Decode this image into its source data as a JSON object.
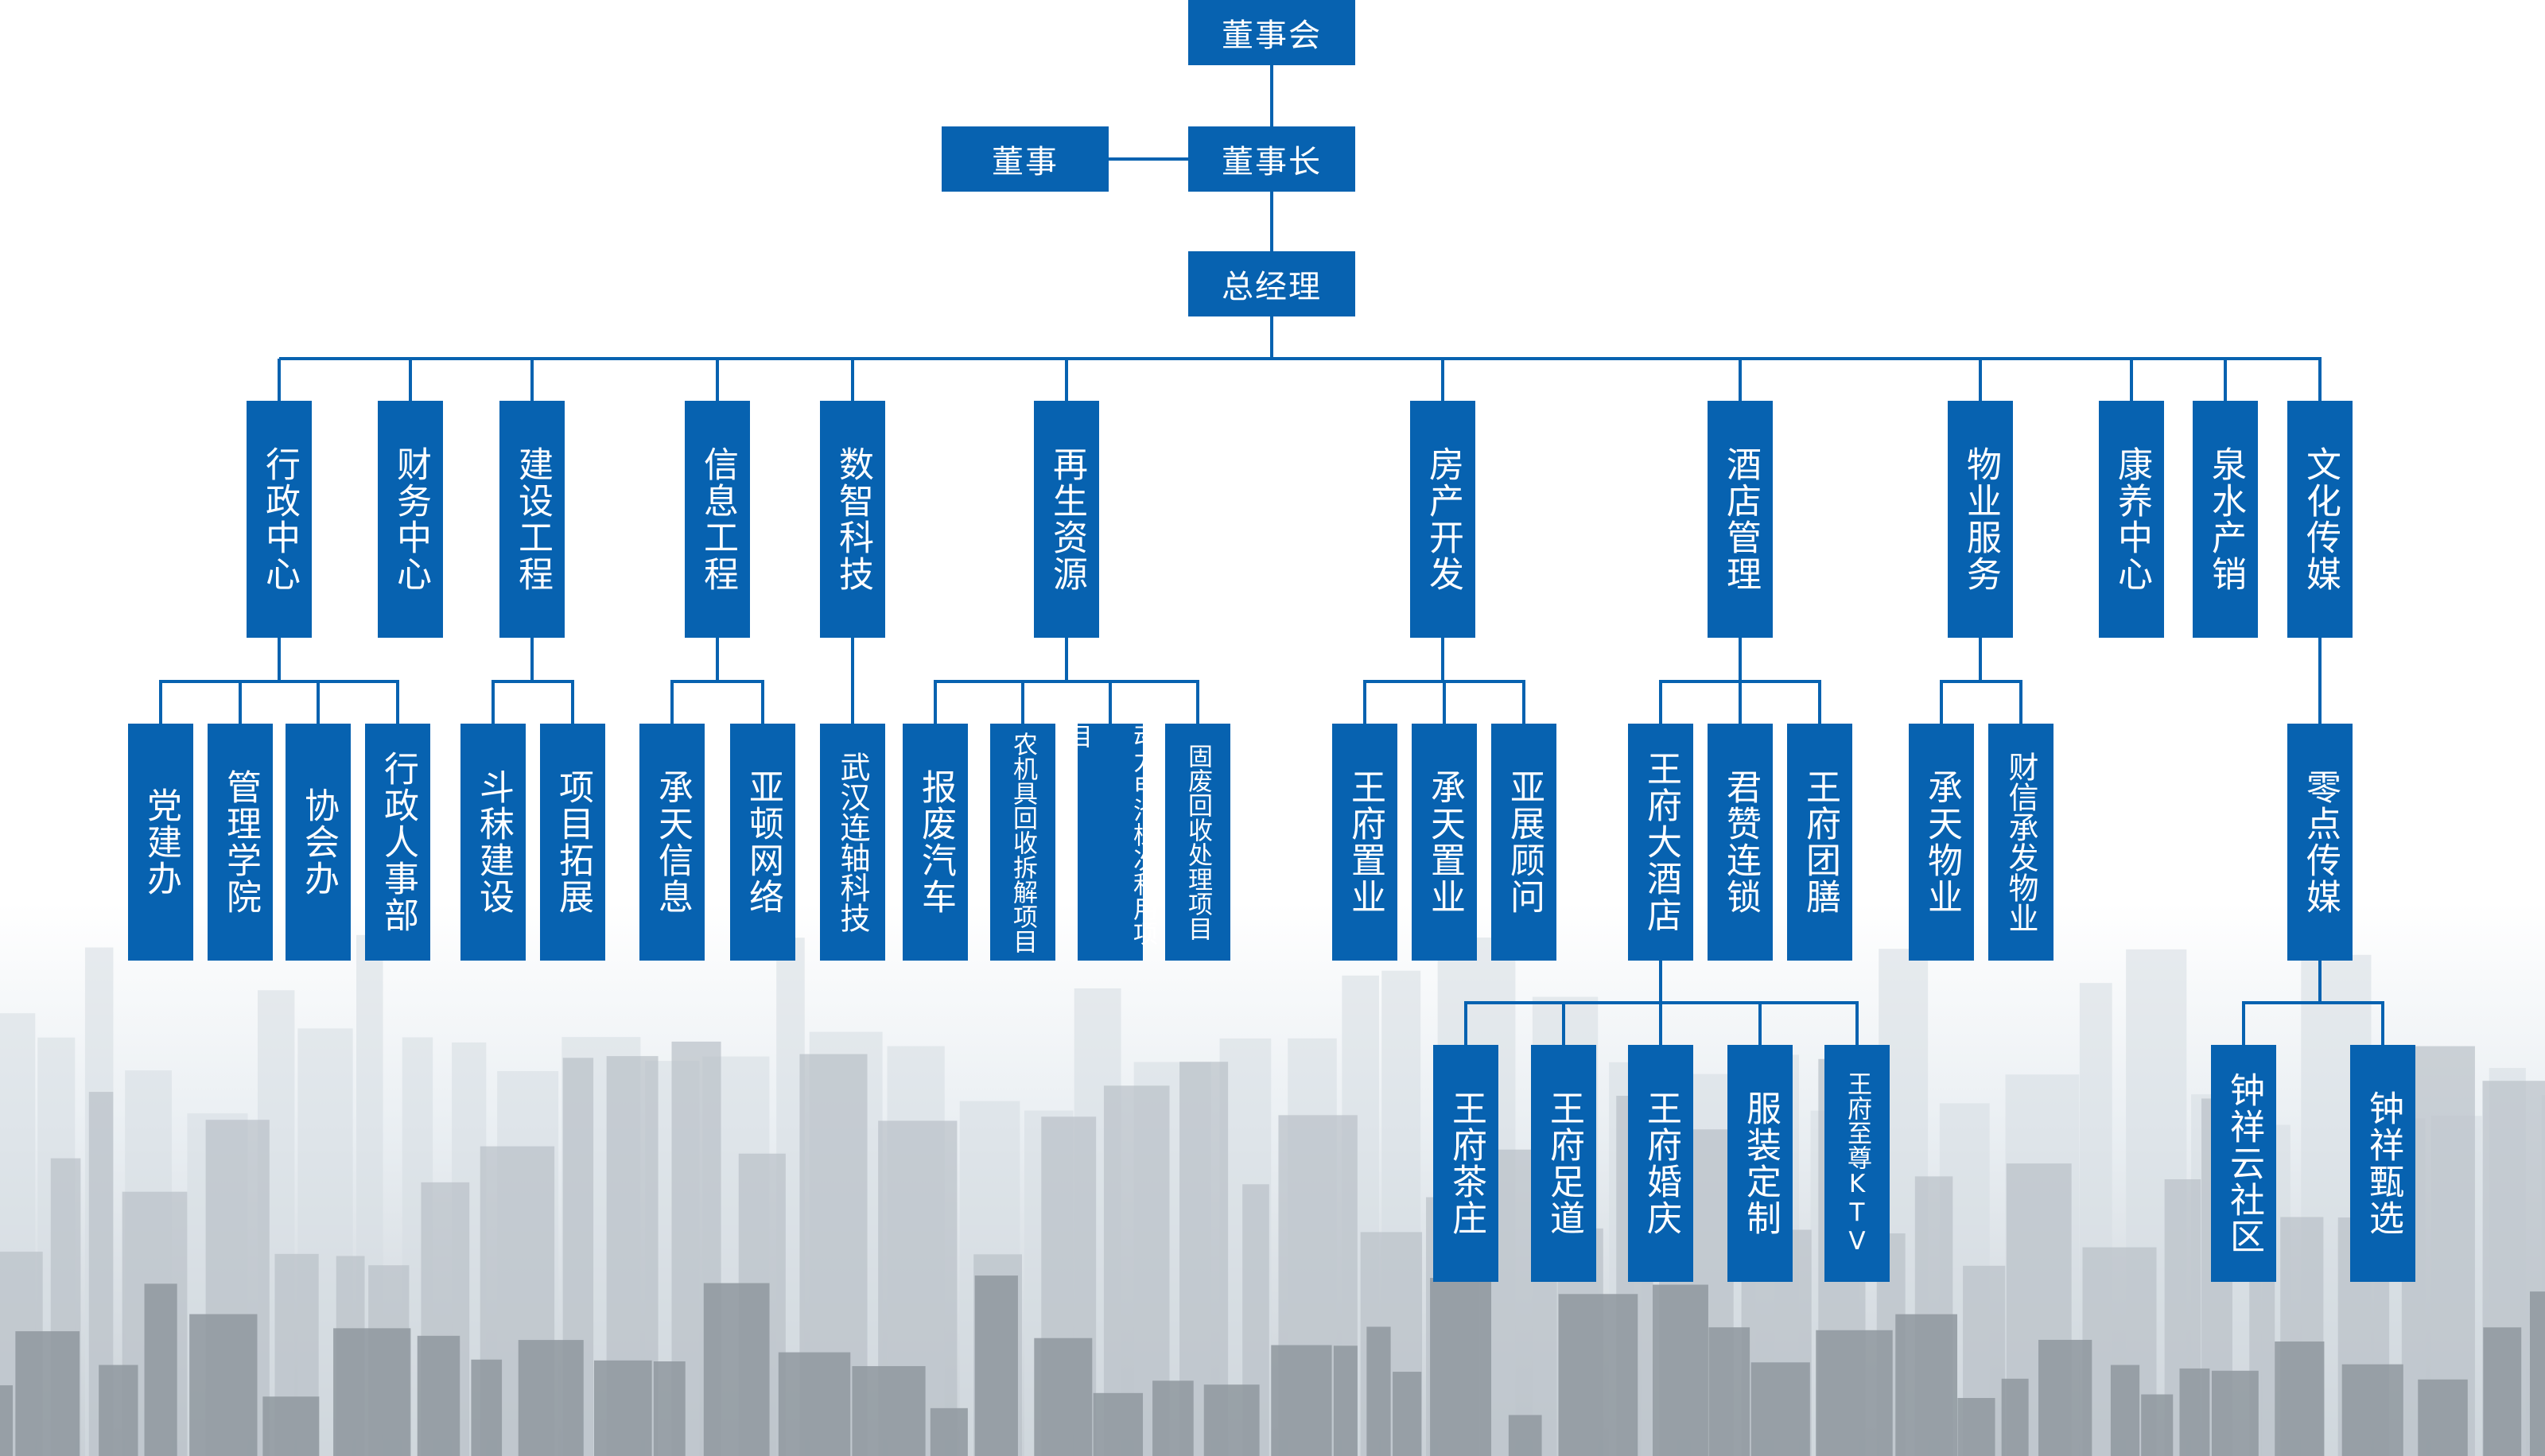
{
  "top": {
    "board": "董事会",
    "chairman": "董事长",
    "director": "董事",
    "gm": "总经理"
  },
  "departments": [
    {
      "label": "行政中心",
      "children": [
        {
          "label": "党建办"
        },
        {
          "label": "管理学院"
        },
        {
          "label": "协会办"
        },
        {
          "label": "行政人事部"
        }
      ]
    },
    {
      "label": "财务中心",
      "children": []
    },
    {
      "label": "建设工程",
      "children": [
        {
          "label": "斗秣建设"
        },
        {
          "label": "项目拓展"
        }
      ]
    },
    {
      "label": "信息工程",
      "children": [
        {
          "label": "承天信息"
        },
        {
          "label": "亚顿网络"
        }
      ]
    },
    {
      "label": "数智科技",
      "children": [
        {
          "label": "武汉连轴科技"
        }
      ]
    },
    {
      "label": "再生资源",
      "children": [
        {
          "label": "报废汽车"
        },
        {
          "label": "农机具回收拆解项目"
        },
        {
          "label": "动力电池梯次利用项目"
        },
        {
          "label": "固废回收处理项目"
        }
      ]
    },
    {
      "label": "房产开发",
      "children": [
        {
          "label": "王府置业"
        },
        {
          "label": "承天置业"
        },
        {
          "label": "亚展顾问"
        }
      ]
    },
    {
      "label": "酒店管理",
      "children": [
        {
          "label": "王府大酒店",
          "children": [
            {
              "label": "王府茶庄"
            },
            {
              "label": "王府足道"
            },
            {
              "label": "王府婚庆"
            },
            {
              "label": "服装定制"
            },
            {
              "label": "王府至尊KTV"
            }
          ]
        },
        {
          "label": "君赞连锁"
        },
        {
          "label": "王府团膳"
        }
      ]
    },
    {
      "label": "物业服务",
      "children": [
        {
          "label": "承天物业"
        },
        {
          "label": "财信承发物业"
        }
      ]
    },
    {
      "label": "康养中心",
      "children": []
    },
    {
      "label": "泉水产销",
      "children": []
    },
    {
      "label": "文化传媒",
      "children": [
        {
          "label": "零点传媒",
          "children": [
            {
              "label": "钟祥云社区"
            },
            {
              "label": "钟祥甄选"
            }
          ]
        }
      ]
    }
  ],
  "colors": {
    "box": "#0762b0",
    "line": "#0762b0"
  }
}
